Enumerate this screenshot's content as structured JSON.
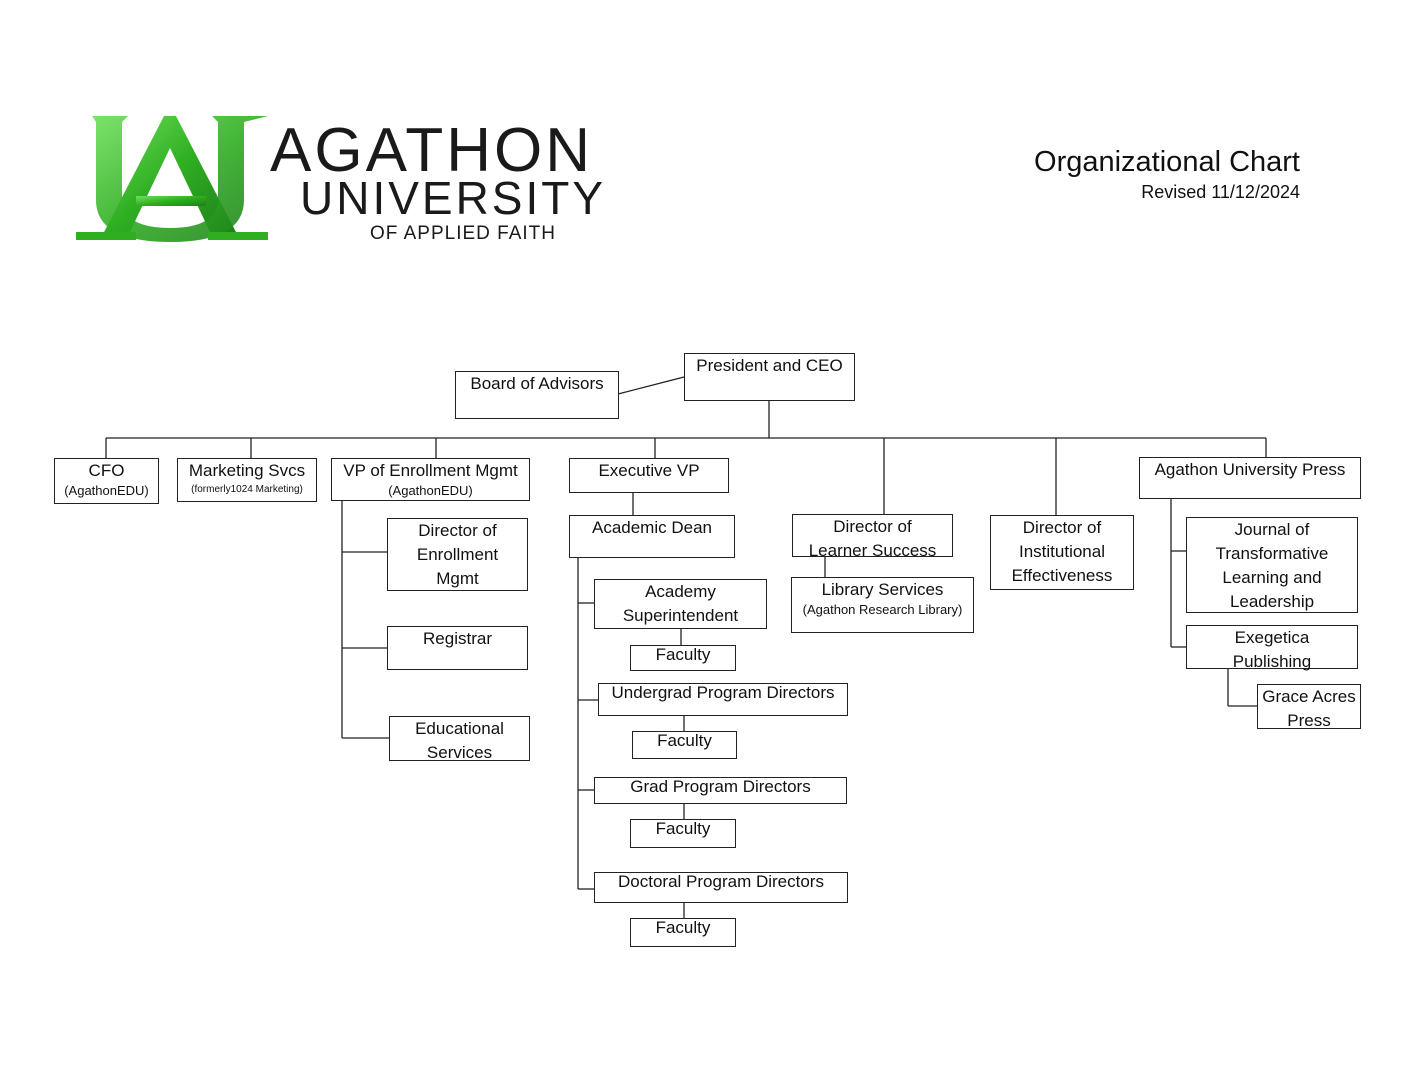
{
  "header": {
    "logo_line1": "AGATHON",
    "logo_line2": "UNIVERSITY",
    "logo_line3": "OF APPLIED FAITH",
    "title": "Organizational Chart",
    "revised": "Revised 11/12/2024"
  },
  "colors": {
    "logo_green": "#39c22a",
    "logo_green_dark": "#1f7d1a",
    "line": "#222222"
  },
  "nodes": {
    "board": "Board of Advisors",
    "president": "President and CEO",
    "cfo": "CFO",
    "cfo_sub": "(AgathonEDU)",
    "marketing": "Marketing Svcs",
    "marketing_sub": "(formerly1024 Marketing)",
    "vp_enroll": "VP of Enrollment Mgmt",
    "vp_enroll_sub": "(AgathonEDU)",
    "dir_enroll": "Director of\nEnrollment\nMgmt",
    "registrar": "Registrar",
    "edu_services": "Educational\nServices",
    "exec_vp": "Executive VP",
    "acad_dean": "Academic Dean",
    "academy_super": "Academy\nSuperintendent",
    "faculty_1": "Faculty",
    "undergrad": "Undergrad Program Directors",
    "faculty_2": "Faculty",
    "grad": "Grad Program Directors",
    "faculty_3": "Faculty",
    "doctoral": "Doctoral Program Directors",
    "faculty_4": "Faculty",
    "dir_learner": "Director of\nLearner Success",
    "library": "Library Services",
    "library_sub": "(Agathon Research Library)",
    "dir_inst": "Director of\nInstitutional\nEffectiveness",
    "press": "Agathon University Press",
    "journal": "Journal of\nTransformative\nLearning and\nLeadership",
    "exegetica": "Exegetica\nPublishing",
    "grace": "Grace Acres\nPress"
  }
}
